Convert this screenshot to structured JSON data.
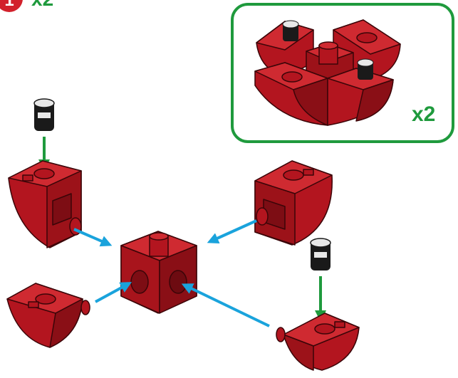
{
  "step": {
    "number": "1",
    "multiplier": "x2"
  },
  "inset": {
    "multiplier": "x2"
  },
  "icons": {
    "step_badge": "step-badge-icon",
    "connector_peg": "connector-peg-icon",
    "cube_block": "cube-block-icon",
    "quarter_round_block": "quarter-round-block-icon",
    "half_round_block": "half-round-block-icon",
    "arrow_green": "down-arrow-icon",
    "arrow_blue": "assembly-arrow-icon"
  },
  "colors": {
    "brick_red": "#b3151f",
    "brick_red_light": "#cf2a31",
    "brick_red_dark": "#8a0f16",
    "outline": "#3b0508",
    "inset_border": "#1f9a3d",
    "multiplier_text": "#1f9a3d",
    "arrow_green": "#1f9a3d",
    "arrow_blue": "#1aa3dc",
    "step_badge": "#d2212b",
    "peg_dark": "#1a1a1a",
    "peg_light": "#e8e8e8"
  }
}
